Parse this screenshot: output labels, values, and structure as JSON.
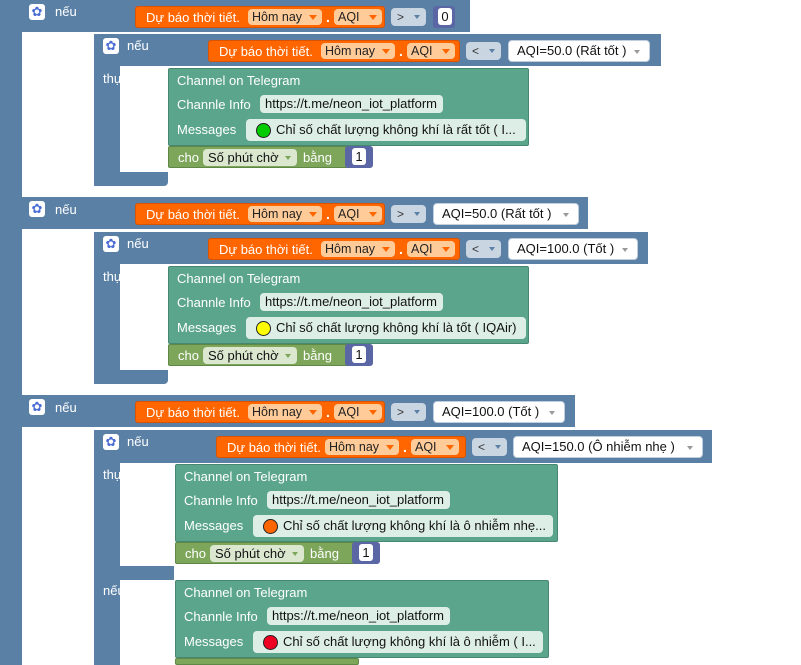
{
  "labels": {
    "if": "nếu",
    "do": "thực hiện",
    "else": "nếu không",
    "gear_glyph": "✿",
    "dot": "."
  },
  "weather": {
    "label": "Dự báo thời tiết.",
    "day": "Hôm nay",
    "field": "AQI"
  },
  "operators": {
    "gt": ">",
    "lt": "<"
  },
  "values": {
    "zero": "0",
    "aqi50": "AQI=50.0 (Rất tốt )",
    "aqi100": "AQI=100.0 (Tốt )",
    "aqi150": "AQI=150.0 (Ô nhiễm nhẹ )"
  },
  "telegram": {
    "title": "Channel on Telegram",
    "info_label": "Channle Info",
    "url": "https://t.me/neon_iot_platform",
    "messages_label": "Messages",
    "msg_very_good": "Chỉ số chất lượng không khí là rất tốt ( I...",
    "msg_good": "Chỉ số chất lượng không khí là tốt ( IQAir)",
    "msg_light": "Chỉ số chất lượng không khí là ô nhiễm nhẹ...",
    "msg_pollution": "Chỉ số chất lượng không khí là ô nhiễm ( I..."
  },
  "delay": {
    "for": "cho",
    "unit": "Số phút chờ",
    "equals": "bằng",
    "value": "1"
  },
  "colors": {
    "if_block": "#5b80a5",
    "weather_block": "#ff6600",
    "telegram_block": "#5ba58c",
    "delay_block": "#7da65b",
    "number_block": "#5b67a5",
    "dot_green": "#00cc00",
    "dot_yellow": "#ffff00",
    "dot_orange": "#ff6600",
    "dot_red": "#ee0022"
  }
}
